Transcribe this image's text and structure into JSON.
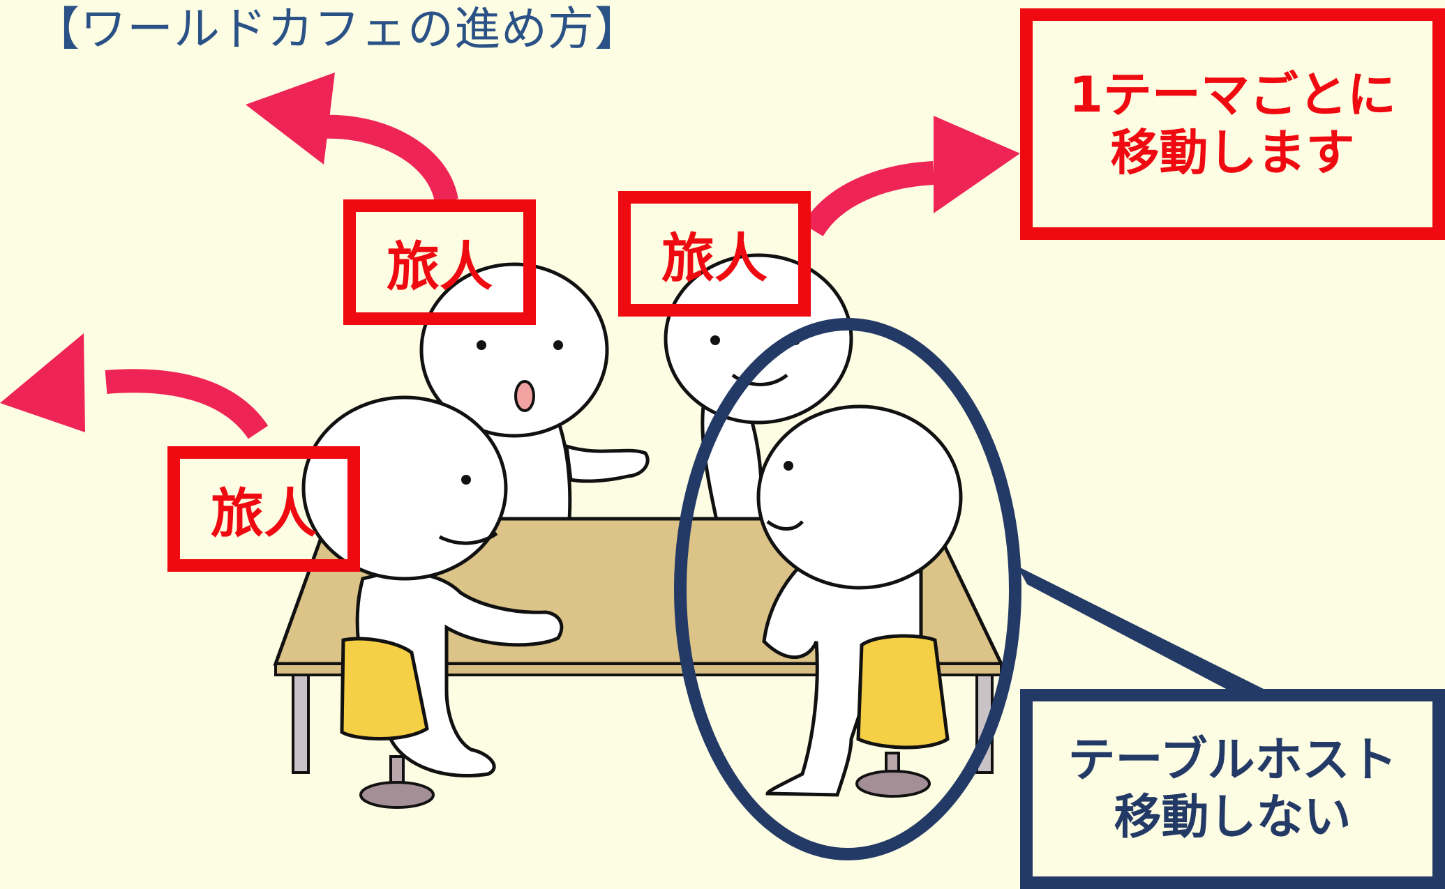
{
  "title": "【ワールドカフェの進め方】",
  "traveler_label": "旅人",
  "callout_move": {
    "line1": "1テーマごとに",
    "line2": "移動します"
  },
  "callout_host": {
    "line1": "テーブルホスト",
    "line2": "移動しない"
  },
  "colors": {
    "background": "#fdfde3",
    "title": "#2b5286",
    "red": "#ee0a10",
    "navy": "#243a66",
    "arrow": "#ee2456",
    "table": "#dcc388",
    "chair": "#f5cf45"
  }
}
